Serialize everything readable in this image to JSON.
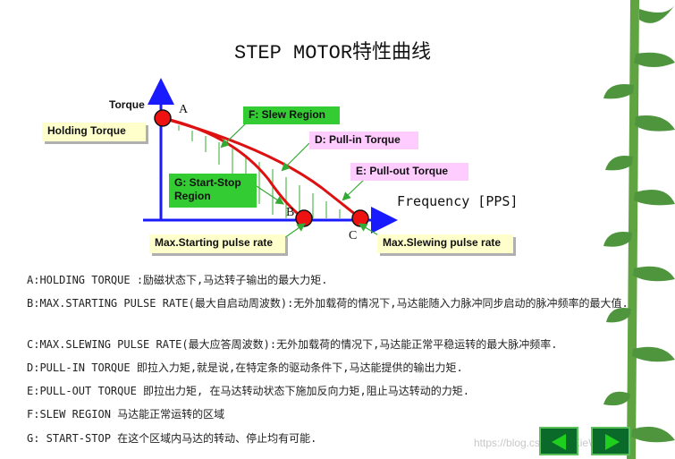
{
  "title": "STEP MOTOR特性曲线",
  "diagram": {
    "axis_y_label": "Torque",
    "axis_x_label": "Frequency [PPS]",
    "point_a": "A",
    "point_b": "B",
    "point_c": "C",
    "holding_torque": "Holding Torque",
    "slew_region": "F: Slew Region",
    "pull_in": "D: Pull-in Torque",
    "pull_out": "E: Pull-out  Torque",
    "start_stop_line1": "G: Start-Stop",
    "start_stop_line2": "Region",
    "max_starting": "Max.Starting pulse rate",
    "max_slewing": "Max.Slewing pulse rate"
  },
  "descriptions": [
    "A:HOLDING TORQUE :励磁状态下,马达转子输出的最大力矩.",
    "B:MAX.STARTING PULSE RATE(最大自启动周波数):无外加载荷的情况下,马达能随入力脉冲同步启动的脉冲频率的最大值.",
    "C:MAX.SLEWING PULSE RATE(最大应答周波数):无外加载荷的情况下,马达能正常平稳运转的最大脉冲频率.",
    "D:PULL-IN TORQUE 即拉入力矩,就是说,在特定条的驱动条件下,马达能提供的输出力矩.",
    "E:PULL-OUT TORQUE 即拉出力矩, 在马达转动状态下施加反向力矩,阻止马达转动的力矩.",
    "F:SLEW REGION 马达能正常运转的区域",
    "G: START-STOP 在这个区域内马达的转动、停止均有可能."
  ],
  "watermark": "https://blog.csdn.net/XieWinter",
  "nav": {
    "prev": "left-arrow-icon",
    "next": "right-arrow-icon"
  },
  "colors": {
    "axis": "#1a1aff",
    "curve": "#dd1111",
    "hatch": "#33aa33",
    "button": "#0a6a2a"
  }
}
